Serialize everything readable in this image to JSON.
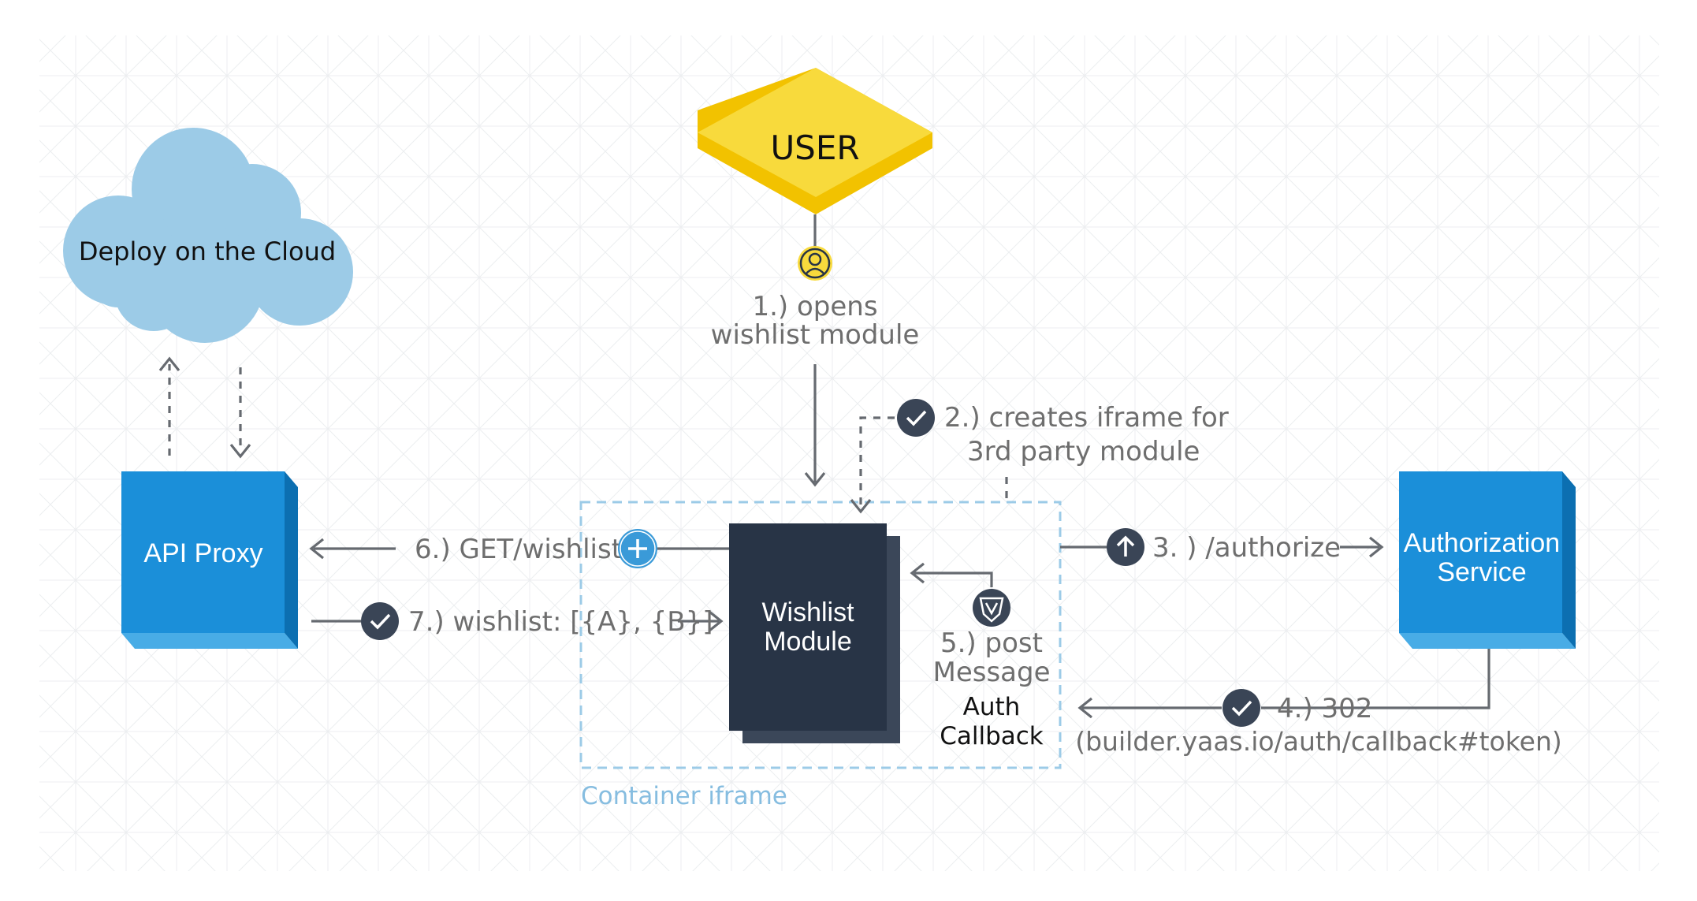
{
  "nodes": {
    "user": "USER",
    "cloud": "Deploy on the Cloud",
    "api_proxy": "API Proxy",
    "wishlist_line1": "Wishlist",
    "wishlist_line2": "Module",
    "auth_line1": "Authorization",
    "auth_line2": "Service",
    "auth_callback_line1": "Auth",
    "auth_callback_line2": "Callback",
    "container_label": "Container iframe"
  },
  "steps": {
    "s1_line1": "1.) opens",
    "s1_line2": "wishlist module",
    "s2_line1": "2.) creates iframe for",
    "s2_line2": "3rd party module",
    "s3": "3. ) /authorize",
    "s4_line1": "4.) 302",
    "s4_line2": "(builder.yaas.io/auth/callback#token)",
    "s5_line1": "5.) post",
    "s5_line2": "Message",
    "s6": "6.) GET/wishlist",
    "s7": "7.) wishlist: [{A}, {B}]"
  },
  "icons": {
    "user": "user-icon",
    "check": "check-icon",
    "plus": "plus-icon",
    "up": "arrow-up-icon",
    "shield": "shield-icon"
  },
  "colors": {
    "user_fill": "#f8da3c",
    "user_edge": "#f2c200",
    "cloud": "#9ccbe7",
    "blue_box": "#1b8fd9",
    "blue_side": "#0c6fb1",
    "blue_bottom": "#48ace6",
    "dark_box": "#283446",
    "dark_back": "#3b4759",
    "container_border": "#9ccbe7",
    "step_badge": "#3a4556",
    "plus_badge": "#3a9ad8",
    "grey_text": "#6e6e6e"
  }
}
